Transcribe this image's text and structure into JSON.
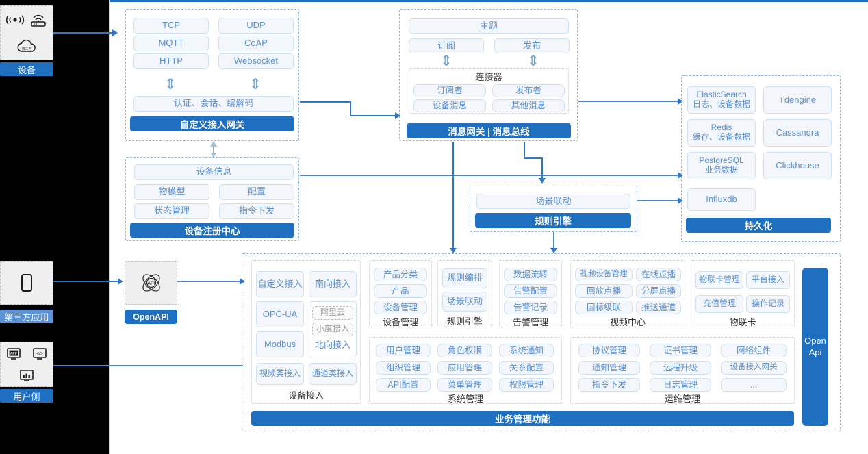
{
  "rail": {
    "devices": {
      "label": "设备",
      "icons": [
        "wifi-signal-icon",
        "router-icon",
        "cloud-icon"
      ]
    },
    "third_party": {
      "label": "第三方应用",
      "icons": [
        "mobile-phone-icon"
      ]
    },
    "user_side": {
      "label": "用户侧",
      "icons": [
        "app-monitor-icon",
        "code-monitor-icon",
        "chart-monitor-icon"
      ]
    }
  },
  "gateway": {
    "protocols": [
      "TCP",
      "UDP",
      "MQTT",
      "CoAP",
      "HTTP",
      "Websocket"
    ],
    "middle": "认证、会话、编解码",
    "bar": "自定义接入网关"
  },
  "message": {
    "topic": "主题",
    "subscribe": "订阅",
    "publish": "发布",
    "connector_title": "连接器",
    "connector_items": [
      "订阅者",
      "发布者",
      "设备消息",
      "其他消息"
    ],
    "bar": "消息网关 | 消息总线"
  },
  "registry": {
    "info": "设备信息",
    "items": [
      "物模型",
      "配置",
      "状态管理",
      "指令下发"
    ],
    "bar": "设备注册中心"
  },
  "rules": {
    "scene": "场景联动",
    "bar": "规则引擎"
  },
  "persistence": {
    "stores": [
      {
        "name": "ElasticSearch",
        "sub": "日志、设备数据"
      },
      {
        "name": "Tdengine",
        "sub": ""
      },
      {
        "name": "Redis",
        "sub": "缓存、设备数据"
      },
      {
        "name": "Cassandra",
        "sub": ""
      },
      {
        "name": "PostgreSQL",
        "sub": "业务数据"
      },
      {
        "name": "Clickhouse",
        "sub": ""
      },
      {
        "name": "Influxdb",
        "sub": ""
      }
    ],
    "bar": "持久化"
  },
  "openapi": {
    "badge": "OpenAPI",
    "icon": "api-atom-icon",
    "sidebar_line1": "Open",
    "sidebar_line2": "Api"
  },
  "business": {
    "bar": "业务管理功能",
    "device_access": {
      "caption": "设备接入",
      "items": [
        "自定义接入",
        "南向接入",
        "OPC-UA",
        "Modbus",
        "视频类接入",
        "通道类接入"
      ],
      "nested": {
        "items": [
          "阿里云",
          "小度接入"
        ],
        "label": "北向接入"
      }
    },
    "device_manage": {
      "caption": "设备管理",
      "items": [
        "产品分类",
        "产品",
        "设备管理"
      ]
    },
    "rule_engine": {
      "caption": "规则引擎",
      "items": [
        "规则编排",
        "场景联动"
      ]
    },
    "alarm_manage": {
      "caption": "告警管理",
      "items": [
        "数据流转",
        "告警配置",
        "告警记录"
      ]
    },
    "video_center": {
      "caption": "视频中心",
      "items": [
        "视频设备管理",
        "在线点播",
        "回放点播",
        "分屏点播",
        "国标级联",
        "推送通道"
      ]
    },
    "iot_card": {
      "caption": "物联卡",
      "items": [
        "物联卡管理",
        "平台接入",
        "充值管理",
        "操作记录"
      ]
    },
    "system_manage": {
      "caption": "系统管理",
      "items": [
        "用户管理",
        "角色权限",
        "系统通知",
        "组织管理",
        "应用管理",
        "关系配置",
        "API配置",
        "菜单管理",
        "权限管理"
      ]
    },
    "ops_manage": {
      "caption": "运维管理",
      "items": [
        "协议管理",
        "证书管理",
        "网络组件",
        "通知管理",
        "远程升级",
        "设备接入网关",
        "指令下发",
        "日志管理",
        "..."
      ]
    }
  },
  "colors": {
    "accent": "#1f6fc0",
    "accent_light": "#5b93d6",
    "pill_border": "#cfe0f2",
    "pill_text": "#5b8fd0"
  }
}
